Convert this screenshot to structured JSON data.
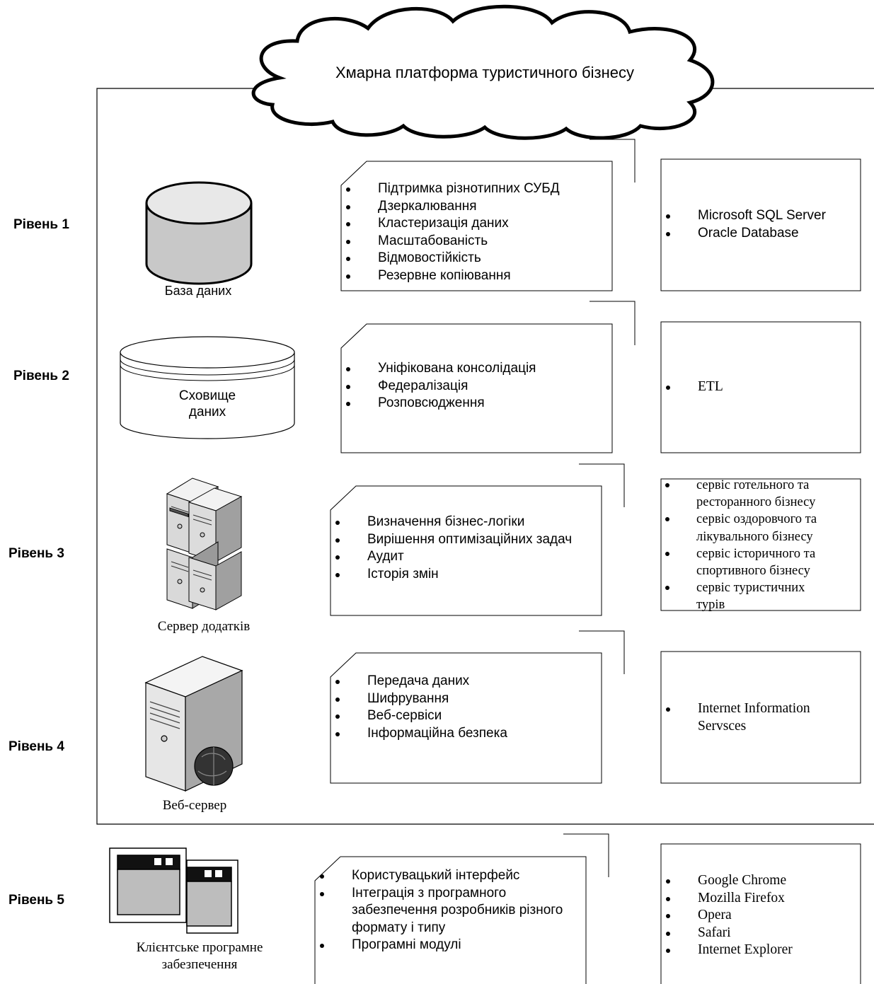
{
  "cloud": {
    "title": "Хмарна платформа туристичного бізнесу"
  },
  "levels": [
    {
      "label": "Рівень 1",
      "component": "База даних",
      "features": [
        "Підтримка різнотипних СУБД",
        "Дзеркалювання",
        "Кластеризація даних",
        "Масштабованість",
        "Відмовостійкість",
        "Резервне копіювання"
      ],
      "technologies": [
        "Microsoft SQL Server",
        "Oracle Database"
      ]
    },
    {
      "label": "Рівень 2",
      "component_lines": [
        "Сховище",
        "даних"
      ],
      "features": [
        "Уніфікована консолідація",
        "Федералізація",
        "Розповсюдження"
      ],
      "technologies": [
        "ETL"
      ]
    },
    {
      "label": "Рівень 3",
      "component": "Сервер додатків",
      "features": [
        "Визначення бізнес-логіки",
        "Вирішення оптимізаційних задач",
        "Аудит",
        "Історія змін"
      ],
      "technologies": [
        "сервіс готельного та ресторанного бізнесу",
        "сервіс оздоровчого та лікувального бізнесу",
        "сервіс історичного та спортивного бізнесу",
        "сервіс туристичних турів"
      ]
    },
    {
      "label": "Рівень 4",
      "component": "Веб-сервер",
      "features": [
        "Передача даних",
        "Шифрування",
        "Веб-сервіси",
        "Інформаційна безпека"
      ],
      "technologies": [
        "Internet Information Servsces"
      ]
    },
    {
      "label": "Рівень 5",
      "component_lines": [
        "Клієнтське програмне",
        "забезпечення"
      ],
      "features": [
        "Користувацький інтерфейс",
        "Інтеграція з програмного забезпечення розробників різного формату і типу",
        "Програмні модулі"
      ],
      "technologies": [
        "Google Chrome",
        "Mozilla Firefox",
        "Opera",
        "Safari",
        "Internet Explorer"
      ]
    }
  ],
  "icons": {
    "database": "database-cylinder-icon",
    "warehouse": "data-warehouse-icon",
    "app_server": "application-server-icon",
    "web_server": "web-server-globe-icon",
    "client": "client-windows-icon"
  }
}
